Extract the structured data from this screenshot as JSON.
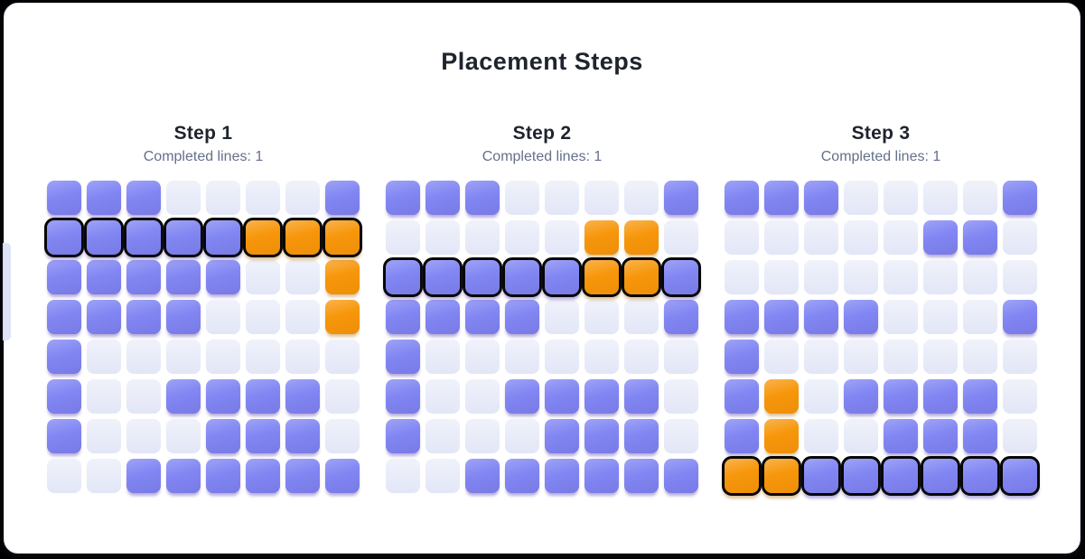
{
  "title": "Placement Steps",
  "colors": {
    "filled": "#8186f3",
    "placed": "#f7960a",
    "empty": "#e8ebf8",
    "highlight_border": "#000000",
    "card_background": "#ffffff",
    "page_background": "#000000",
    "title_text": "#20242e",
    "subtitle_text": "#64708a"
  },
  "cell_legend": {
    "E": "empty",
    "F": "filled",
    "P": "placed"
  },
  "steps": [
    {
      "label": "Step 1",
      "completed_lines_text": "Completed lines: 1",
      "completed_lines": 1,
      "highlight_row": 1,
      "grid": [
        "FFFEEEEF",
        "FFFFFPPP",
        "FFFFFEEP",
        "FFFFEEEP",
        "FEEEEEEE",
        "FEEFFFFE",
        "FEEEFFFE",
        "EEFFFFFF"
      ]
    },
    {
      "label": "Step 2",
      "completed_lines_text": "Completed lines: 1",
      "completed_lines": 1,
      "highlight_row": 2,
      "grid": [
        "FFFEEEEF",
        "EEEEEPPE",
        "FFFFFPPF",
        "FFFFEEEF",
        "FEEEEEEE",
        "FEEFFFFE",
        "FEEEFFFE",
        "EEFFFFFF"
      ]
    },
    {
      "label": "Step 3",
      "completed_lines_text": "Completed lines: 1",
      "completed_lines": 1,
      "highlight_row": 7,
      "grid": [
        "FFFEEEEF",
        "EEEEEFFE",
        "EEEEEEEE",
        "FFFFEEEF",
        "FEEEEEEE",
        "FPEFFFFE",
        "FPEEFFFE",
        "PPFFFFFF"
      ]
    }
  ]
}
